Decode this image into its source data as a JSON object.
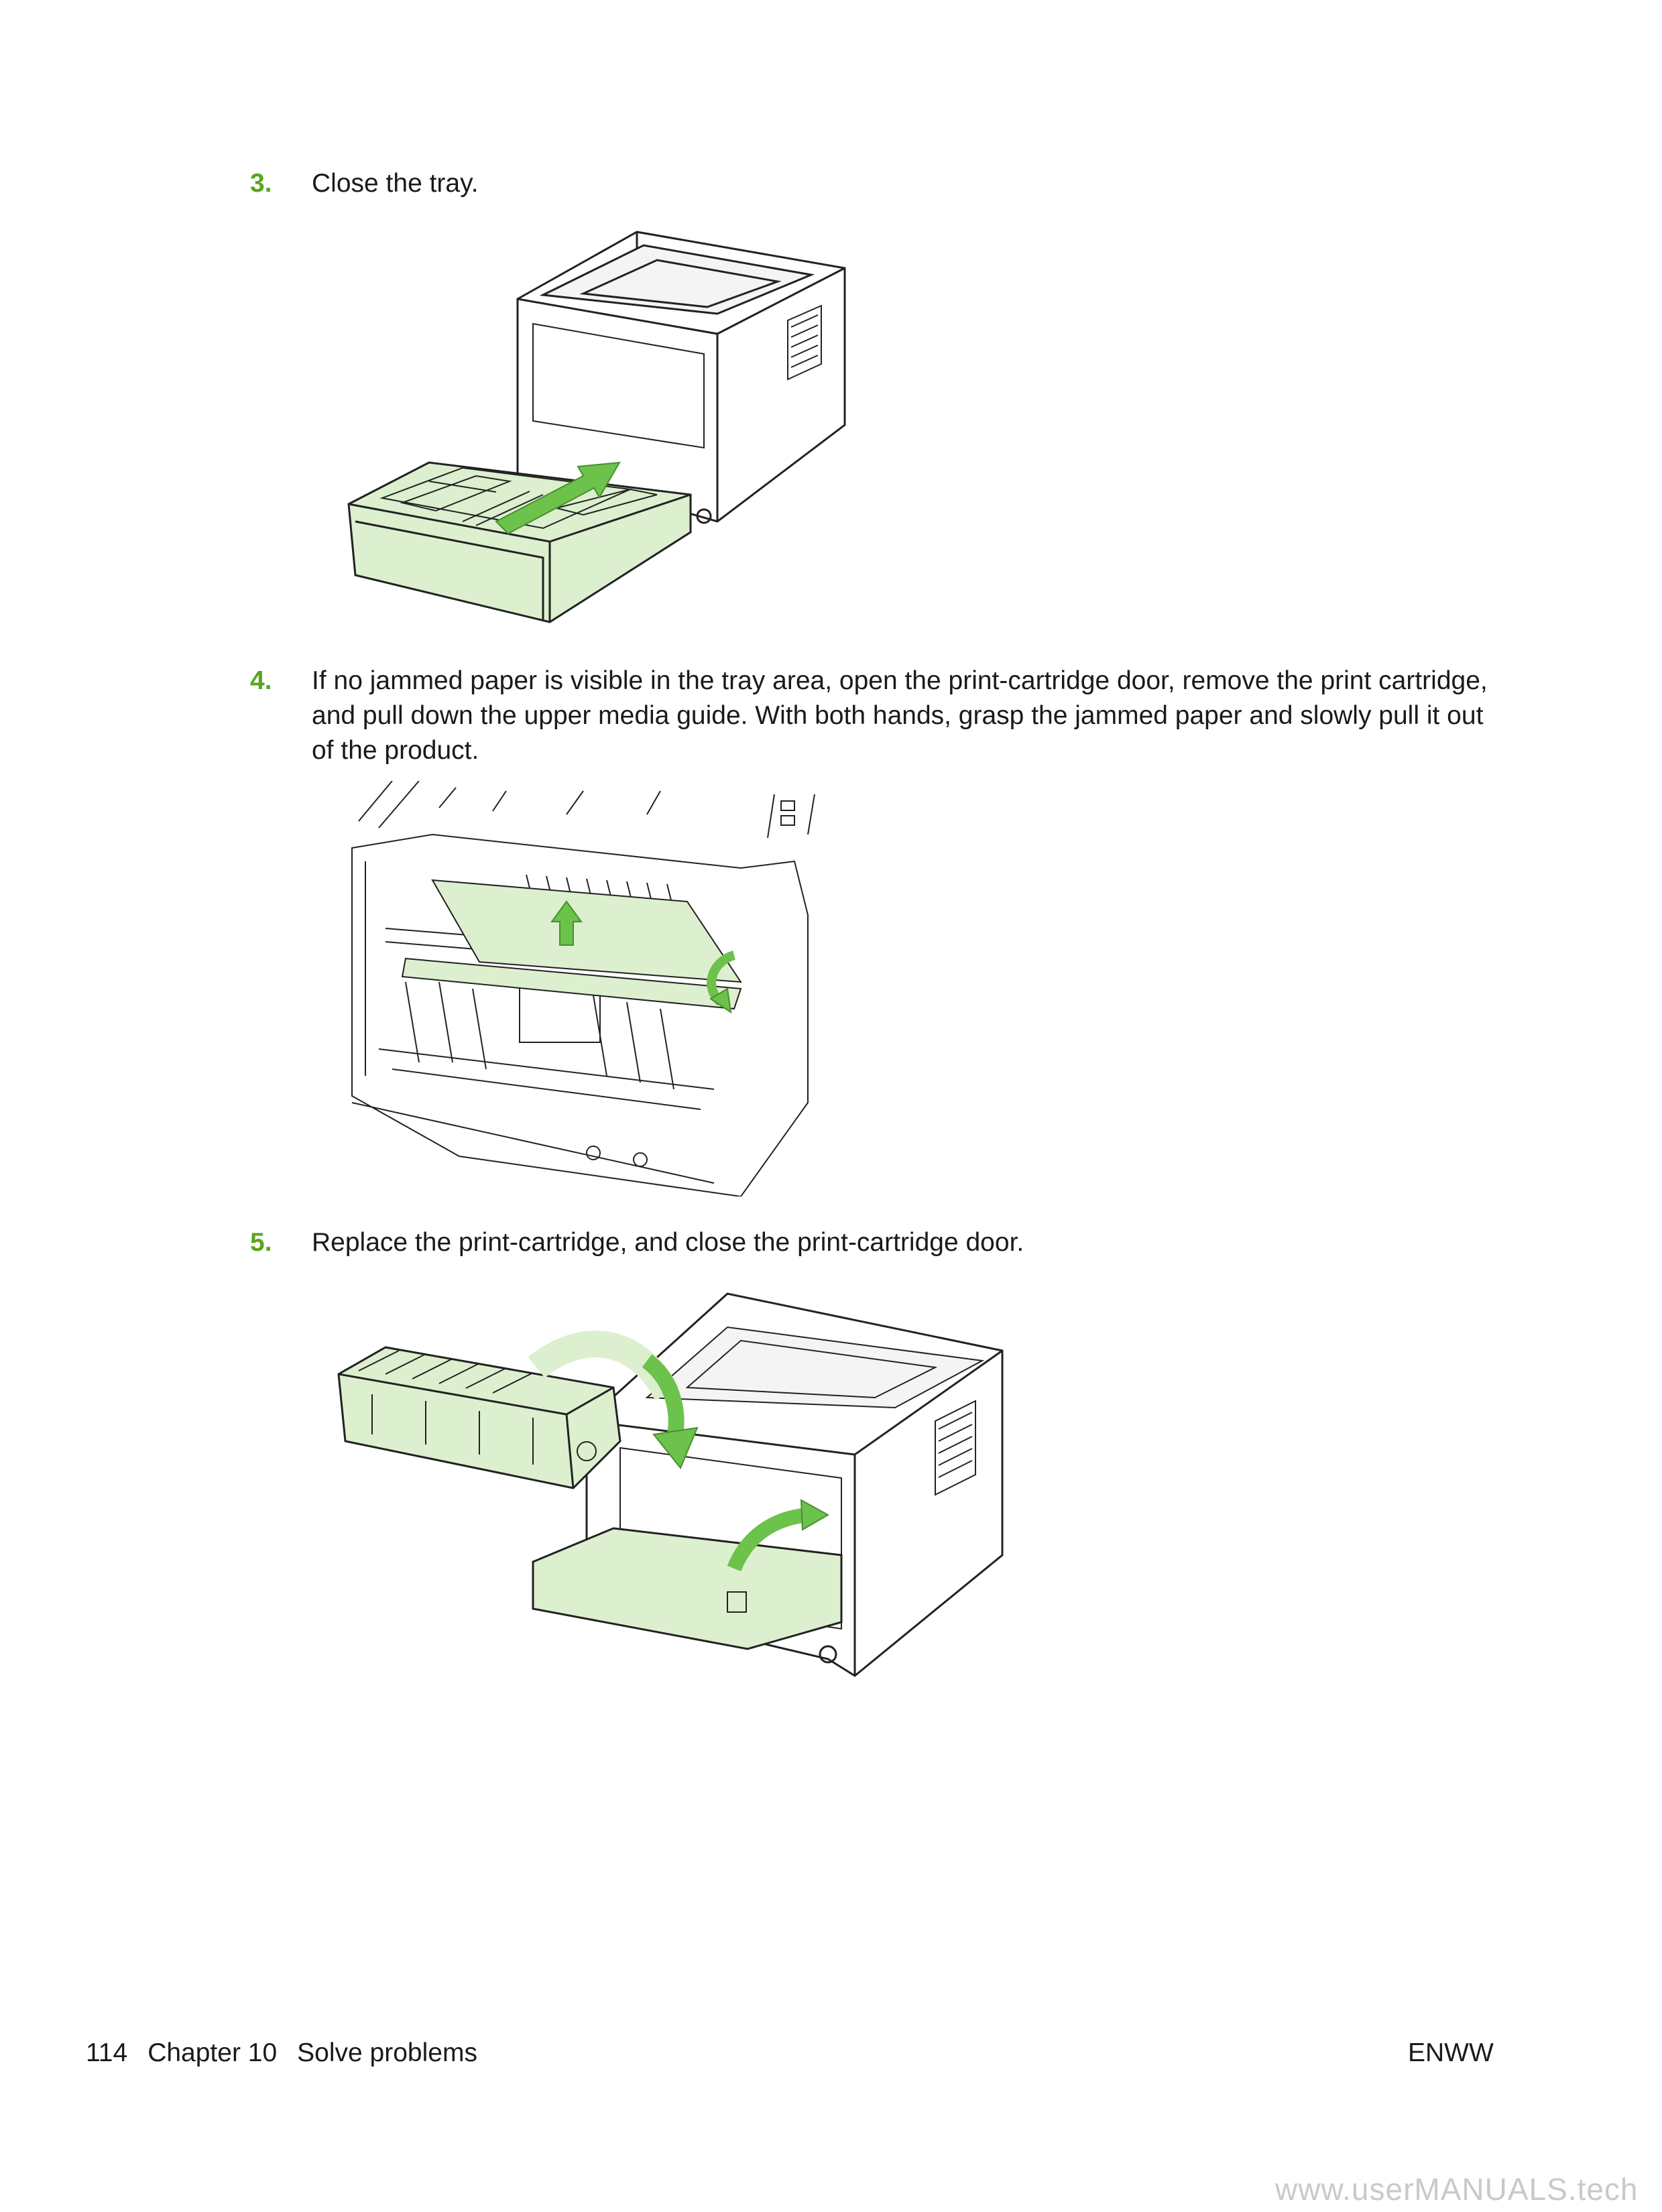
{
  "steps": [
    {
      "number": "3.",
      "text": "Close the tray."
    },
    {
      "number": "4.",
      "text": "If no jammed paper is visible in the tray area, open the print-cartridge door, remove the print cartridge, and pull down the upper media guide. With both hands, grasp the jammed paper and slowly pull it out of the product."
    },
    {
      "number": "5.",
      "text": "Replace the print-cartridge, and close the print-cartridge door."
    }
  ],
  "footer": {
    "page_number": "114",
    "chapter": "Chapter 10",
    "section": "Solve problems",
    "right": "ENWW"
  },
  "watermark": "www.userMANUALS.tech",
  "colors": {
    "step_number": "#5aa51c",
    "highlight_fill": "#dcefcf",
    "arrow_green": "#6cc24a",
    "line_art": "#222222"
  }
}
